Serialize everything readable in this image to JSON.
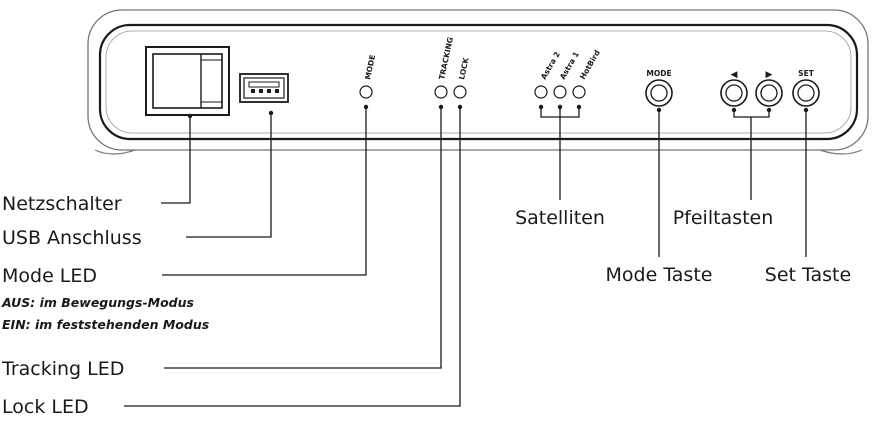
{
  "device": {
    "mode_led_label": "MODE",
    "tracking_label": "TRACKING",
    "lock_label": "LOCK",
    "sat_labels": [
      "Astra 2",
      "Astra 1",
      "HotBird"
    ],
    "mode_button_label": "MODE",
    "left_arrow": "◀",
    "right_arrow": "▶",
    "set_label": "SET"
  },
  "callouts": {
    "netzschalter": "Netzschalter",
    "usb": "USB Anschluss",
    "mode_led": "Mode LED",
    "mode_led_off": "AUS: im Bewegungs-Modus",
    "mode_led_on": "EIN: im feststehenden Modus",
    "tracking_led": "Tracking LED",
    "lock_led": "Lock LED",
    "satelliten": "Satelliten",
    "pfeiltasten": "Pfeiltasten",
    "mode_taste": "Mode Taste",
    "set_taste": "Set Taste"
  },
  "colors": {
    "line": "#1a1a1a",
    "body_fill": "#ffffff",
    "body_outline": "#555555"
  }
}
